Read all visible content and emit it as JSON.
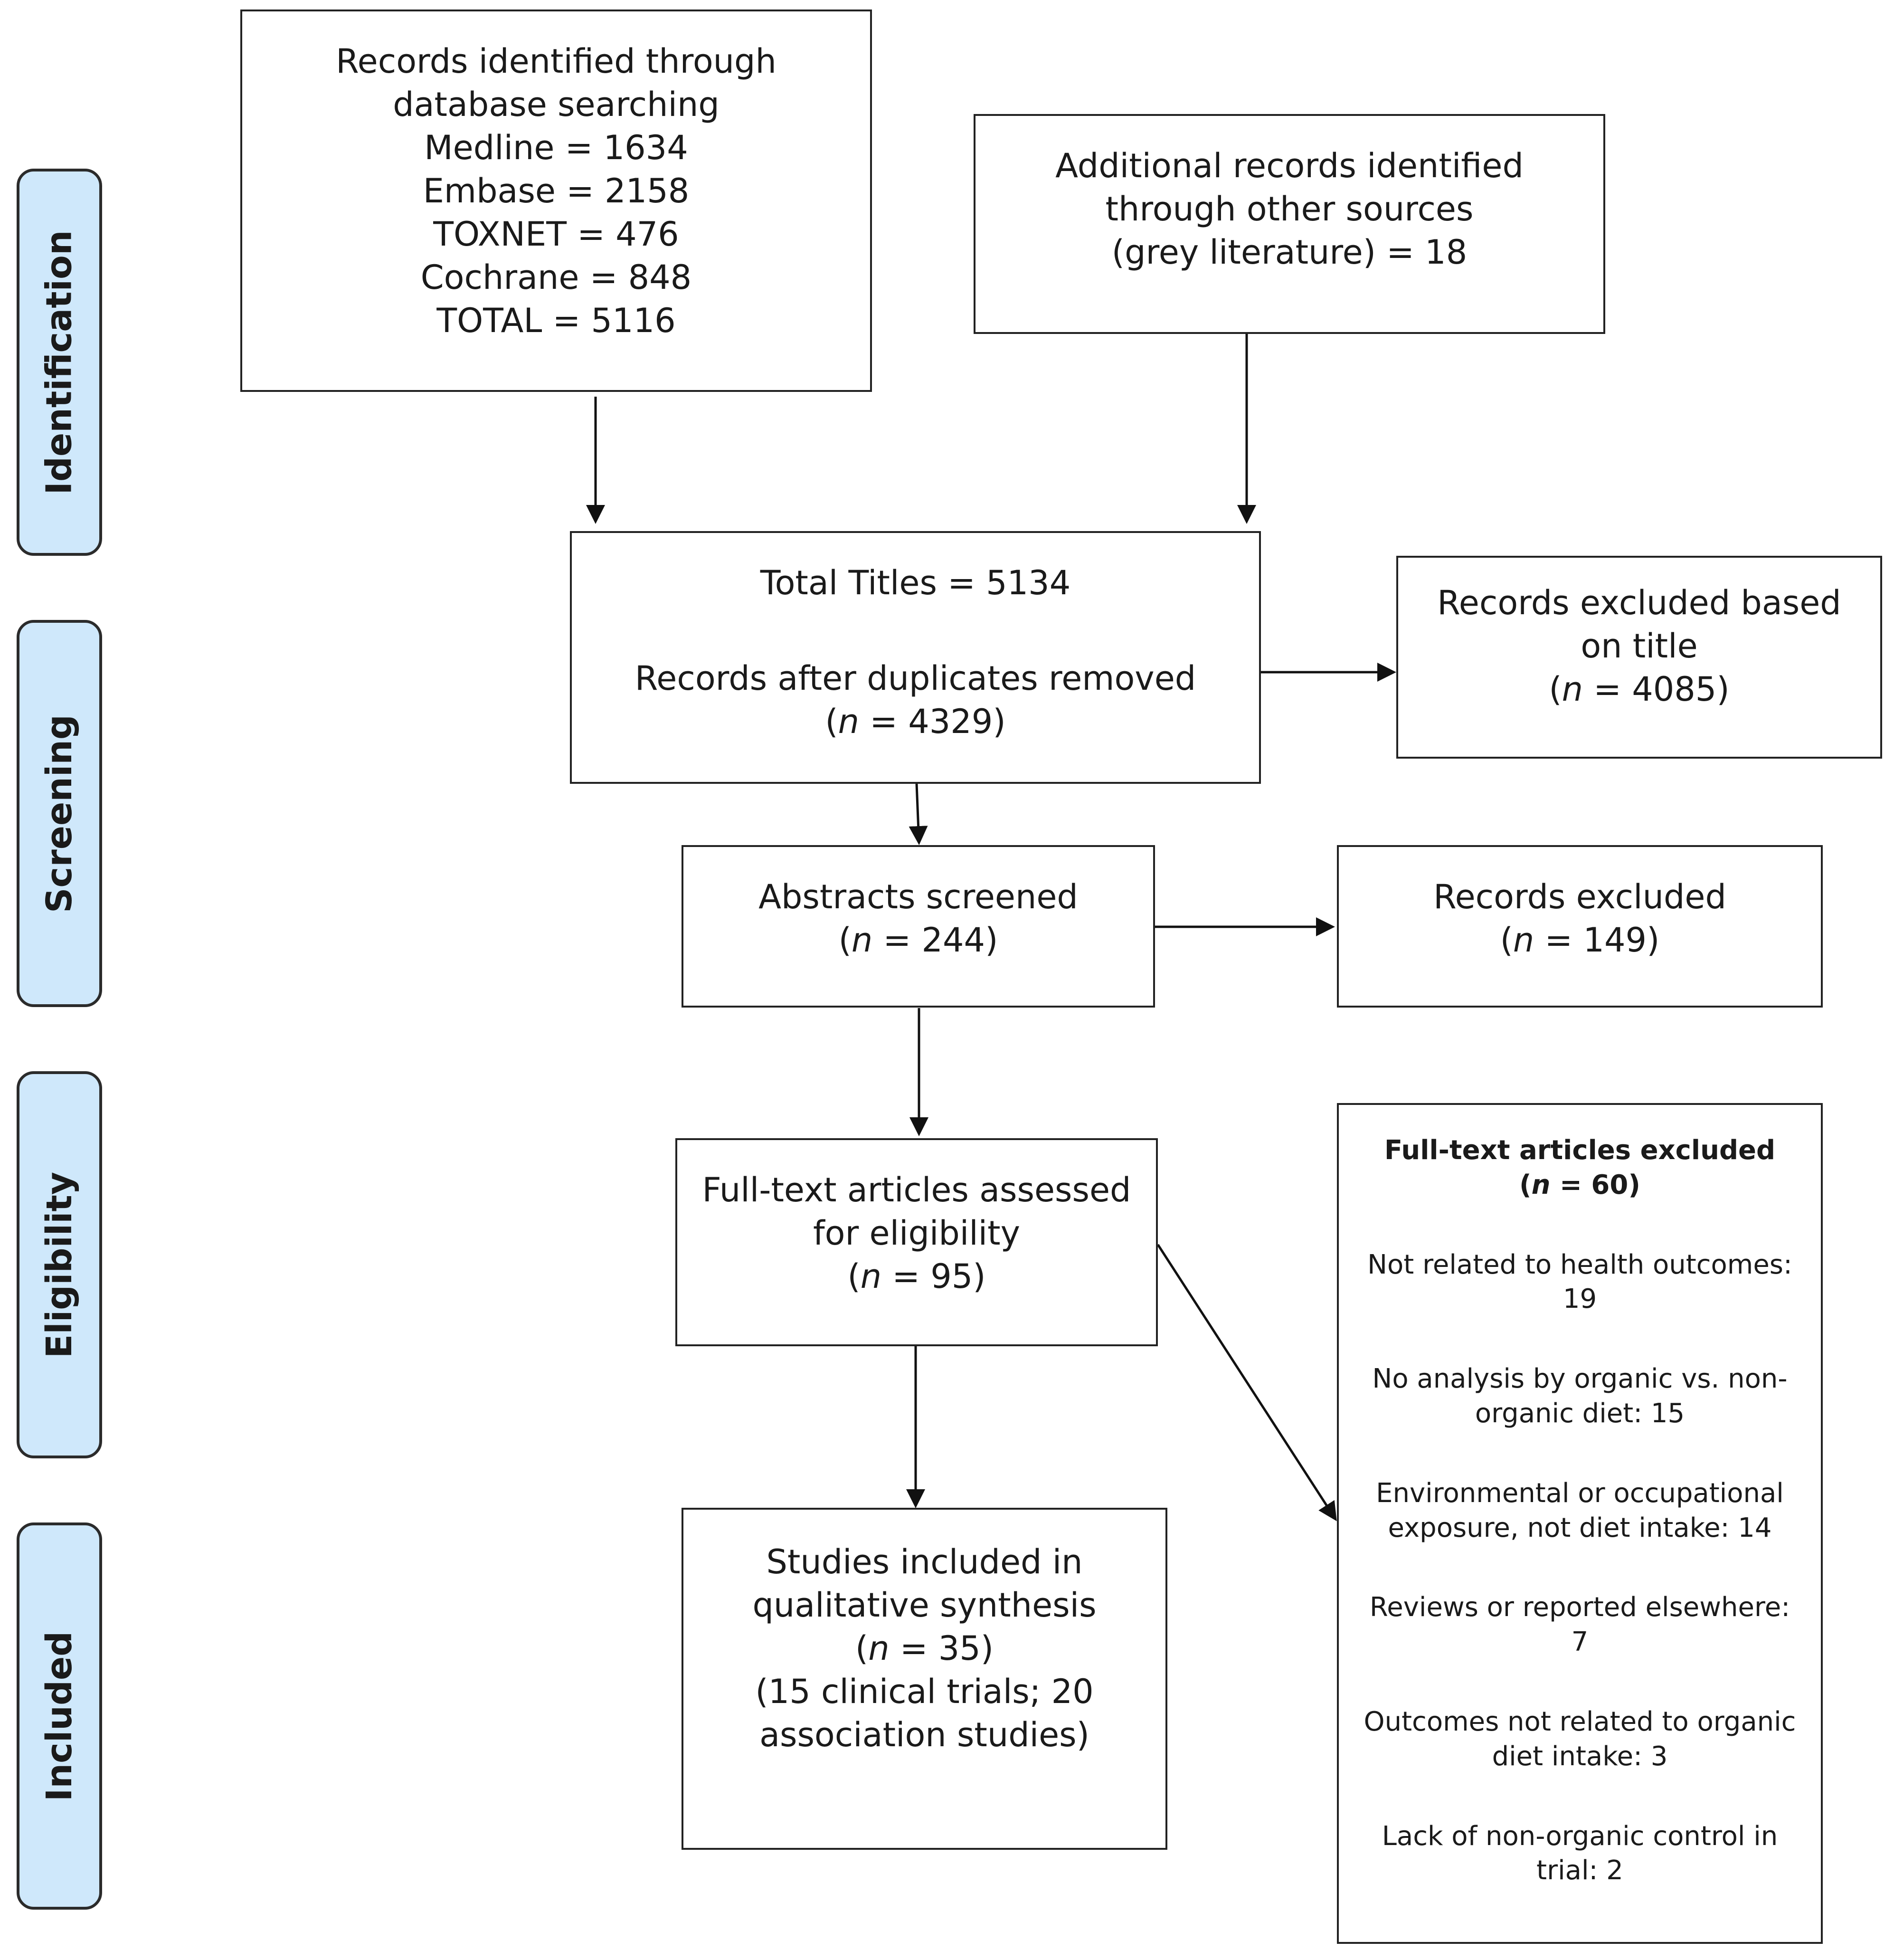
{
  "phases": [
    "Identification",
    "Screening",
    "Eligibility",
    "Included"
  ],
  "boxes": {
    "database": [
      "Records identified through",
      "database searching",
      "Medline = 1634",
      "Embase = 2158",
      "TOXNET = 476",
      "Cochrane = 848",
      "TOTAL = 5116"
    ],
    "other_sources": [
      "Additional records identified",
      "through other sources",
      "(grey literature) = 18"
    ],
    "total_titles": "Total Titles = 5134",
    "after_duplicates": {
      "label": "Records after duplicates removed",
      "n": "4329"
    },
    "excluded_title": {
      "lines": [
        "Records excluded based",
        "on title"
      ],
      "n": "4085"
    },
    "abstracts": {
      "label": "Abstracts screened",
      "n": "244"
    },
    "records_excluded": {
      "label": "Records excluded",
      "n": "149"
    },
    "fulltext": {
      "lines": [
        "Full-text articles assessed",
        "for eligibility"
      ],
      "n": "95"
    },
    "included": {
      "lines": [
        "Studies included in",
        "qualitative synthesis"
      ],
      "n": "35",
      "extra": [
        "(15 clinical trials; 20",
        "association studies)"
      ]
    },
    "fulltext_excluded": {
      "title": "Full-text articles excluded",
      "n": "60",
      "reasons": [
        [
          "Not related to health outcomes:",
          "19"
        ],
        [
          "No analysis by organic vs. non-",
          "organic diet: 15"
        ],
        [
          "Environmental or occupational",
          "exposure, not diet intake: 14"
        ],
        [
          "Reviews or reported elsewhere:",
          "7"
        ],
        [
          "Outcomes not related to organic",
          "diet intake: 3"
        ],
        [
          "Lack of non-organic control in",
          "trial: 2"
        ]
      ]
    }
  }
}
